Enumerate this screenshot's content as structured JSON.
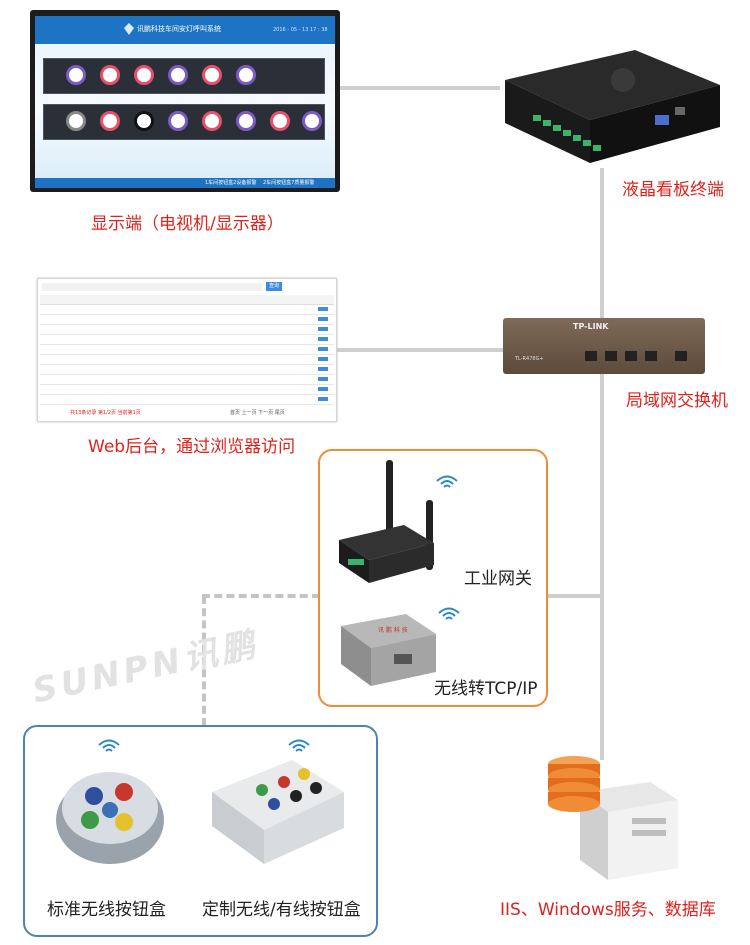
{
  "display": {
    "label": "显示端（电视机/显示器）",
    "screen_title": "讯鹏科技车间安灯呼叫系统",
    "screen_time": "2016 - 05 - 13    17 : 38",
    "footer_left": "1车间按钮盒2设备报警",
    "footer_right": "2车间按钮盒7质量报警"
  },
  "web": {
    "label": "Web后台，通过浏览器访问",
    "search_button": "查询",
    "footer_text": "共13条记录  第1/2页  当前第1页",
    "pager_text": "首页  上一页  下一页  尾页"
  },
  "lcd_terminal": {
    "label": "液晶看板终端"
  },
  "switch": {
    "label": "局域网交换机",
    "brand": "TP-LINK",
    "model": "TL-R478G+"
  },
  "gateway": {
    "label": "工业网关"
  },
  "wireless_tcp": {
    "label": "无线转TCP/IP",
    "device_text": "讯 鹏 科 技"
  },
  "watermark": "SUNPN讯鹏",
  "std_button": {
    "label": "标准无线按钮盒"
  },
  "custom_button": {
    "label": "定制无线/有线按钮盒"
  },
  "server": {
    "label": "IIS、Windows服务、数据库"
  },
  "colors": {
    "label_red": "#e0211c",
    "line_gray": "#cfcfcf",
    "orange_border": "#f08c35",
    "blue_border": "#4a84b5",
    "screen_blue": "#1d74c4"
  }
}
